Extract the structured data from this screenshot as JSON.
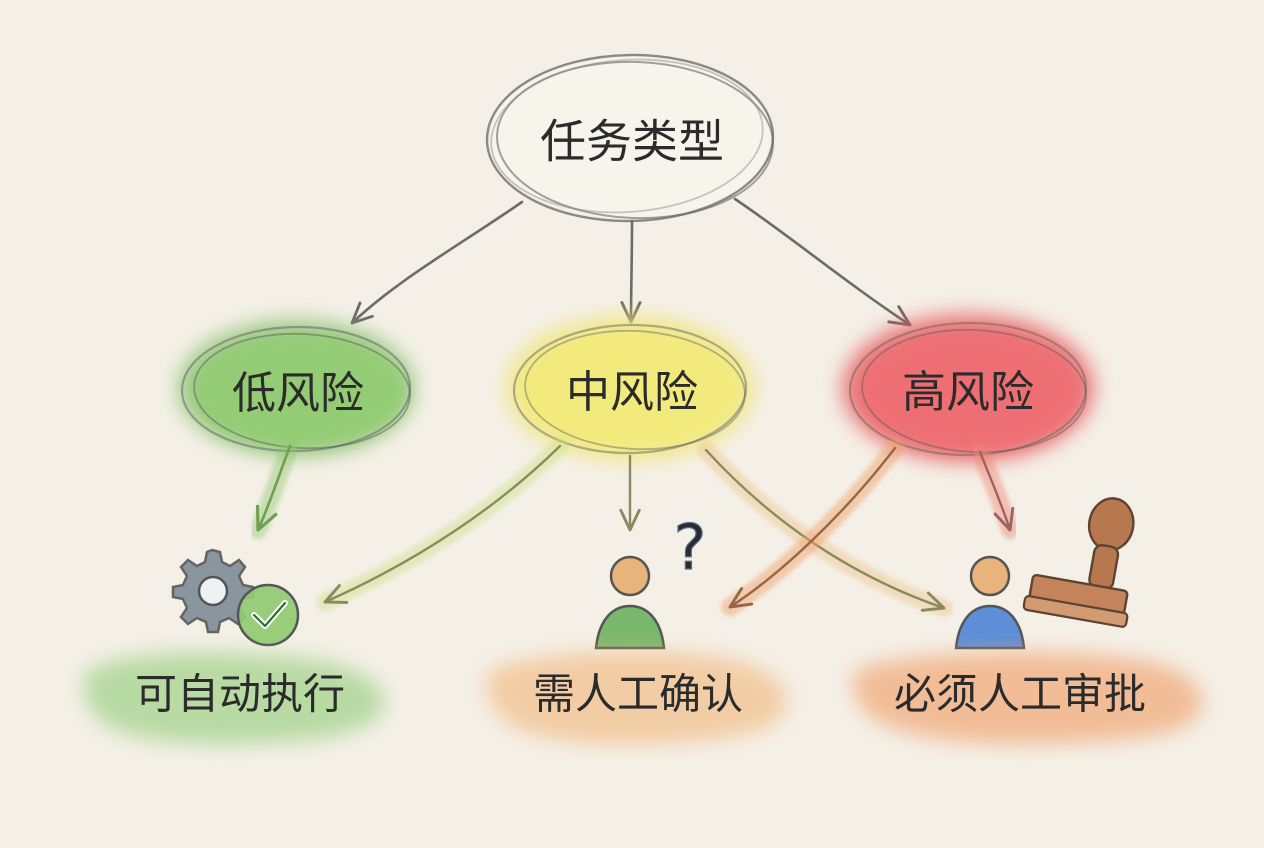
{
  "diagram": {
    "root": {
      "label": "任务类型"
    },
    "risk_levels": [
      {
        "label": "低风险",
        "color": "#7dbb5f"
      },
      {
        "label": "中风险",
        "color": "#efe56f"
      },
      {
        "label": "高风险",
        "color": "#e7575b"
      }
    ],
    "outcomes": [
      {
        "label": "可自动执行",
        "icon": "gear-check-icon",
        "color": "#8ecb73"
      },
      {
        "label": "需人工确认",
        "icon": "person-question-icon",
        "color": "#f2b77c"
      },
      {
        "label": "必须人工审批",
        "icon": "person-stamp-icon",
        "color": "#f0a06a"
      }
    ],
    "connections": [
      {
        "from": "root",
        "to": "低风险"
      },
      {
        "from": "root",
        "to": "中风险"
      },
      {
        "from": "root",
        "to": "高风险"
      },
      {
        "from": "低风险",
        "to": "可自动执行"
      },
      {
        "from": "中风险",
        "to": "可自动执行"
      },
      {
        "from": "中风险",
        "to": "需人工确认"
      },
      {
        "from": "中风险",
        "to": "必须人工审批"
      },
      {
        "from": "高风险",
        "to": "需人工确认"
      },
      {
        "from": "高风险",
        "to": "必须人工审批"
      }
    ],
    "icons": {
      "question_mark": "?"
    }
  }
}
